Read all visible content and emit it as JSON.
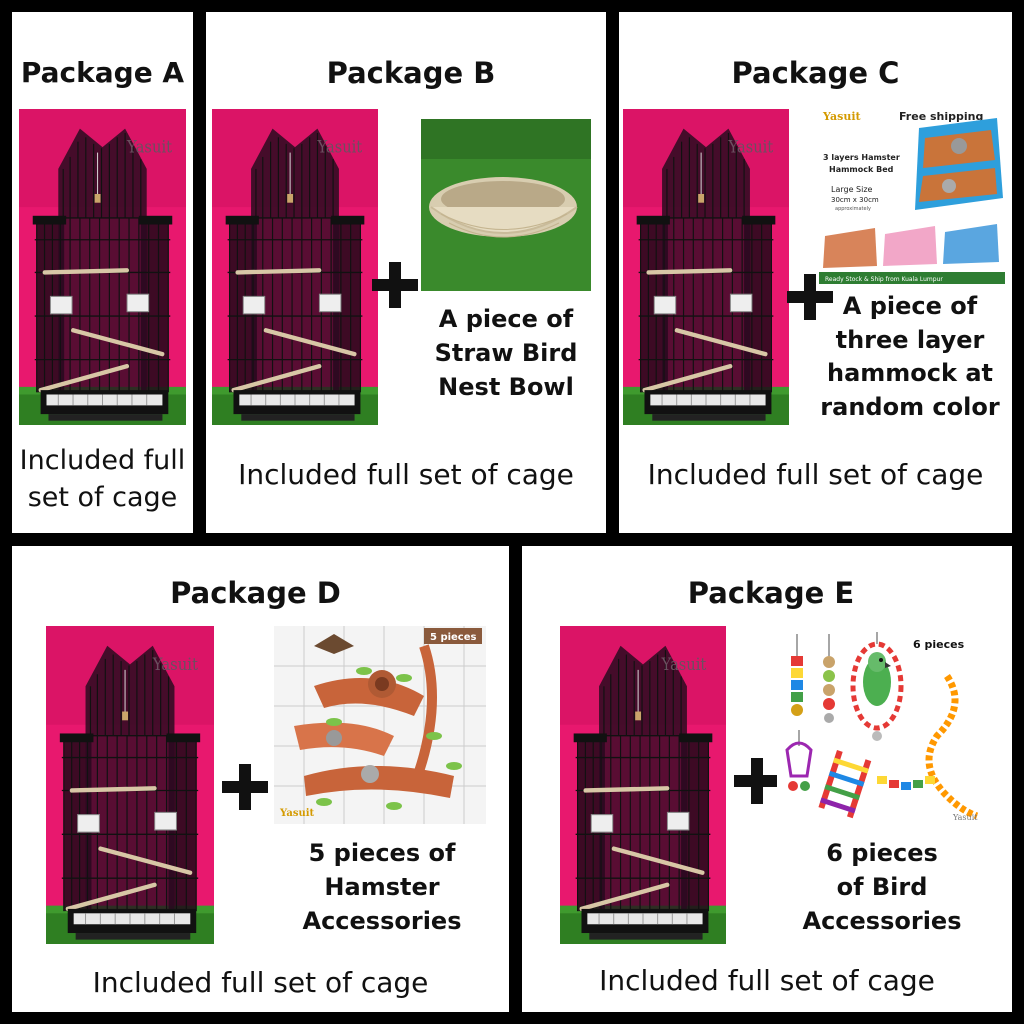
{
  "watermark": "Yasuit",
  "colors": {
    "cage_backdrop": "#e8186e",
    "grass": "#3f9a2e",
    "border": "#000000"
  },
  "packages": [
    {
      "id": "A",
      "title": "Package A",
      "caption_lines": [
        "Included full",
        "set of cage"
      ]
    },
    {
      "id": "B",
      "title": "Package B",
      "caption": "Included full set of cage",
      "accessory": {
        "lines": [
          "A piece of",
          "Straw Bird",
          "Nest Bowl"
        ],
        "icon": "straw-nest-bowl"
      }
    },
    {
      "id": "C",
      "title": "Package C",
      "caption": "Included full set of cage",
      "accessory": {
        "lines": [
          "A piece of",
          "three layer",
          "hammock at",
          "random color"
        ],
        "icon": "hammock",
        "image_text": {
          "brand": "Yasuit",
          "shipping": "Free shipping",
          "desc1": "3 layers Hamster",
          "desc2": "Hammock Bed",
          "size1": "Large Size",
          "size2": "30cm x 30cm",
          "size3": "approximately",
          "banner": "Ready Stock & Ship from Kuala Lumpur"
        }
      }
    },
    {
      "id": "D",
      "title": "Package D",
      "caption": "Included full set of cage",
      "accessory": {
        "lines": [
          "5 pieces of",
          "Hamster",
          "Accessories"
        ],
        "icon": "hamster-accessories",
        "image_text": {
          "badge": "5 pieces",
          "brand": "Yasuit"
        }
      }
    },
    {
      "id": "E",
      "title": "Package E",
      "caption": "Included full set of cage",
      "accessory": {
        "lines": [
          "6 pieces",
          "of Bird",
          "Accessories"
        ],
        "icon": "bird-toys",
        "image_text": {
          "badge": "6 pieces",
          "brand": "Yasuit"
        }
      }
    }
  ]
}
